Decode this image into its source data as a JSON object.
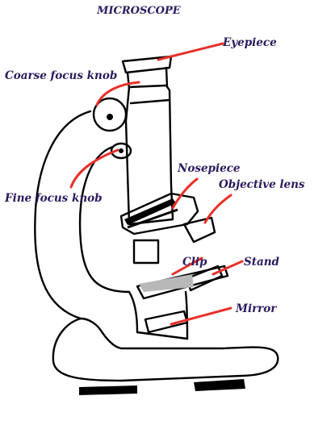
{
  "diagram": {
    "title": "MICROSCOPE",
    "labels": {
      "eyepiece": "Eyepiece",
      "coarse_focus_knob": "Coarse focus knob",
      "fine_focus_knob": "Fine focus knob",
      "nosepiece": "Nosepiece",
      "objective_lens": "Objective lens",
      "clip": "Clip",
      "stand": "Stand",
      "mirror": "Mirror"
    },
    "colors": {
      "label_text": "#2b1a5e",
      "leader_line": "#e8302a",
      "outline": "#000000",
      "clip_fill": "#b8b8b8"
    }
  }
}
